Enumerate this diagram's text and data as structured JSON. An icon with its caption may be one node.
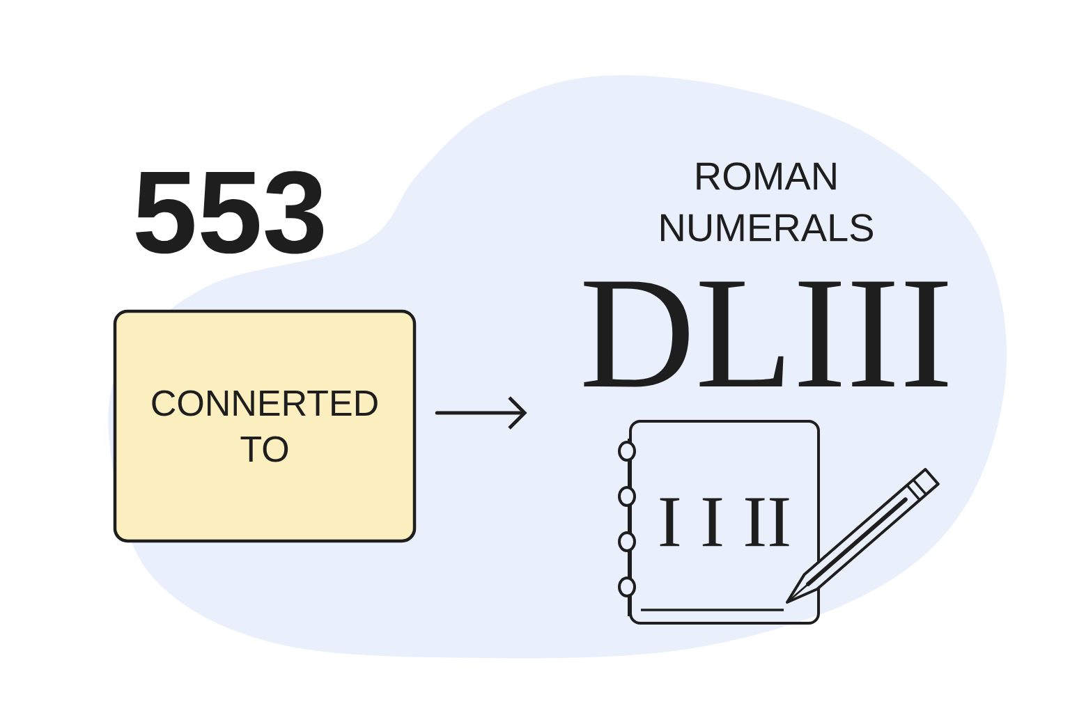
{
  "diagram": {
    "nodes": [
      {
        "text": [
          "553"
        ]
      },
      {
        "text": [
          "CONNERTED TO"
        ]
      },
      {
        "text": [
          "DLIII"
        ]
      },
      {
        "text": [
          "I I II"
        ]
      }
    ],
    "edges": [
      {
        "from": 1,
        "to": 2,
        "arrow": "to"
      }
    ],
    "labels": [
      "ROMAN NUMERALS"
    ]
  }
}
